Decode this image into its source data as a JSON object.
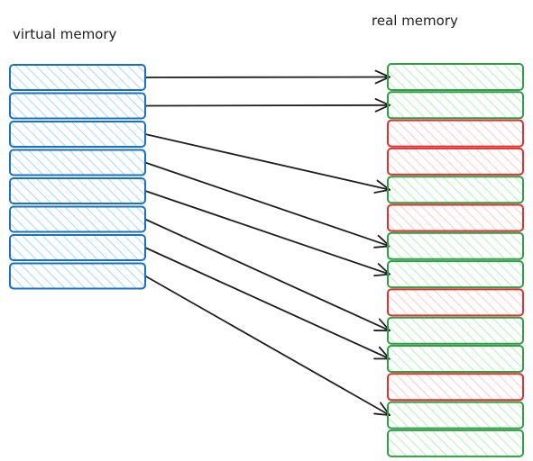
{
  "labels": {
    "virtual": "virtual memory",
    "real": "real memory"
  },
  "colors": {
    "virtual_stroke": "#1971c2",
    "virtual_fill": "#a5d8ff",
    "used_stroke": "#2f9e44",
    "used_fill": "#b2f2bb",
    "free_stroke": "#e03131",
    "free_fill": "#ffc9c9",
    "arrow": "#1e1e1e"
  },
  "virtual_pages": 8,
  "real_frames": [
    "used",
    "used",
    "free",
    "free",
    "used",
    "free",
    "used",
    "used",
    "free",
    "used",
    "used",
    "free",
    "used",
    "used"
  ],
  "mappings": [
    [
      0,
      0
    ],
    [
      1,
      1
    ],
    [
      2,
      4
    ],
    [
      3,
      6
    ],
    [
      4,
      7
    ],
    [
      5,
      9
    ],
    [
      6,
      10
    ],
    [
      7,
      12
    ]
  ]
}
